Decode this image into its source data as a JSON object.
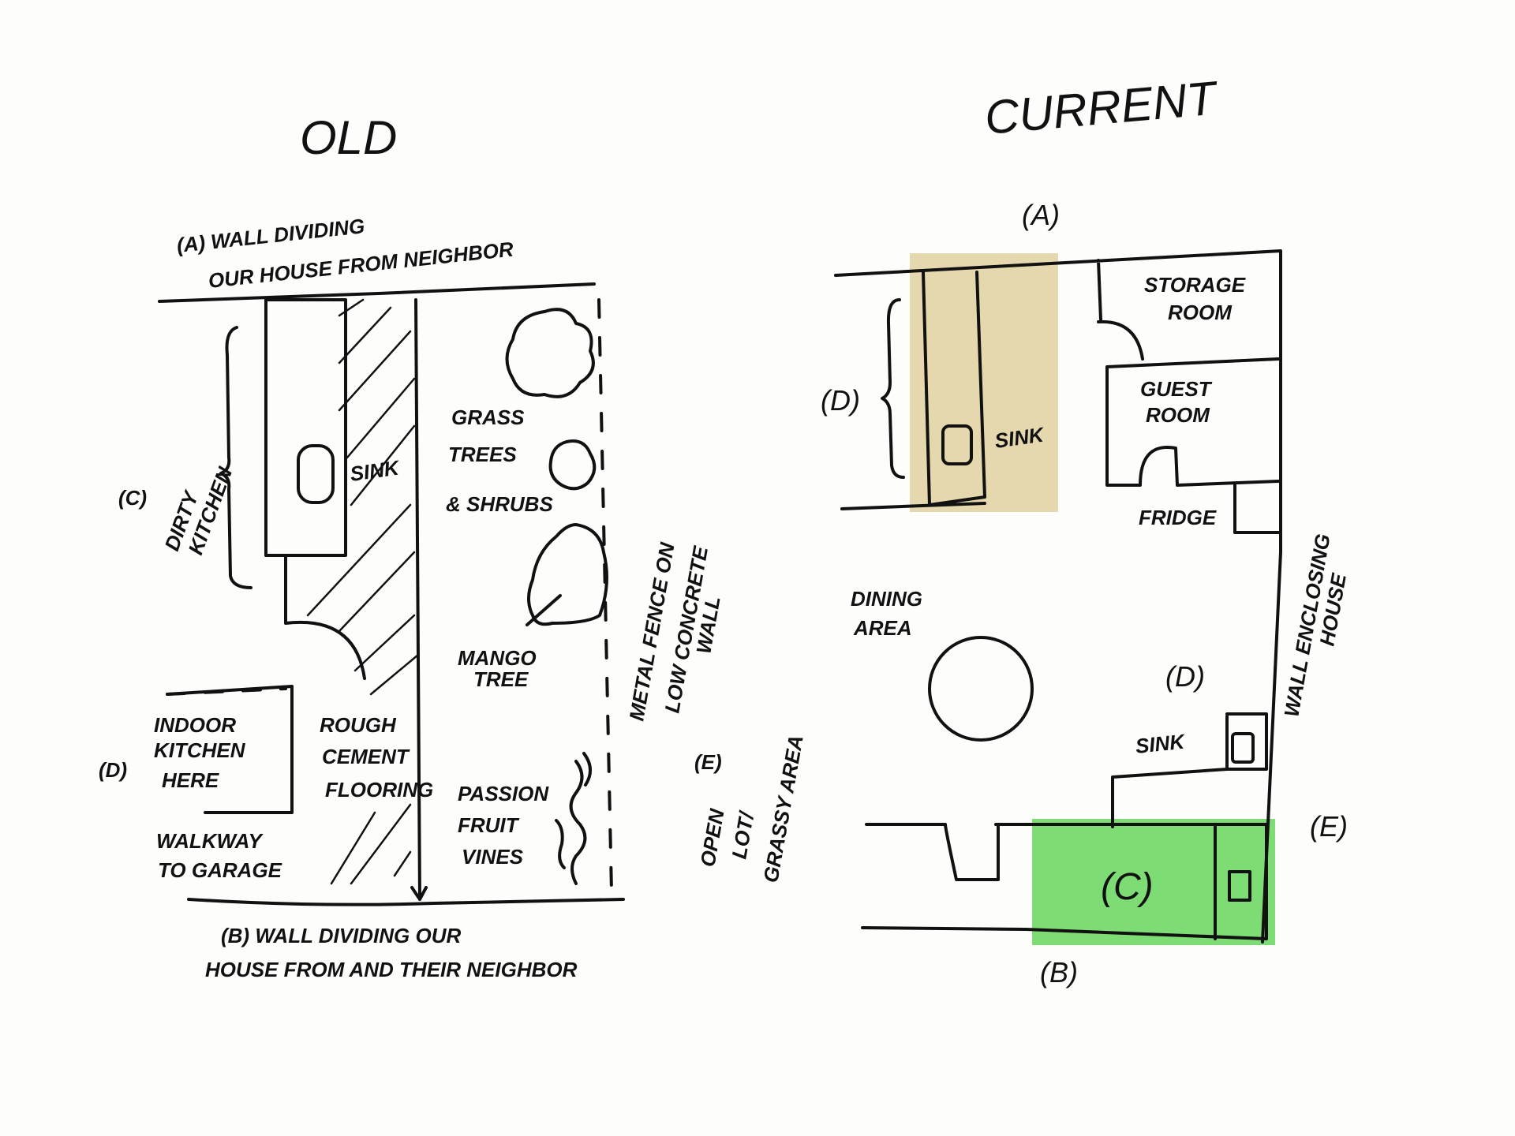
{
  "old": {
    "title": "OLD",
    "wall_a": [
      "(A) WALL DIVIDING",
      "OUR HOUSE FROM NEIGHBOR"
    ],
    "dirty_kitchen_ref": "(C)",
    "dirty_kitchen": [
      "DIRTY",
      "KITCHEN"
    ],
    "sink": "SINK",
    "grass": [
      "GRASS",
      "TREES",
      "& SHRUBS"
    ],
    "mango": [
      "MANGO",
      "TREE"
    ],
    "fence": [
      "METAL FENCE ON",
      "LOW CONCRETE",
      "WALL"
    ],
    "indoor_ref": "(D)",
    "indoor": [
      "INDOOR",
      "KITCHEN",
      "HERE"
    ],
    "walkway": [
      "WALKWAY",
      "TO GARAGE"
    ],
    "cement": [
      "ROUGH",
      "CEMENT",
      "FLOORING"
    ],
    "passion": [
      "PASSION",
      "FRUIT",
      "VINES"
    ],
    "open_ref": "(E)",
    "open_lot": [
      "OPEN",
      "LOT/",
      "GRASSY AREA"
    ],
    "wall_b": [
      "(B) WALL DIVIDING OUR",
      "HOUSE FROM AND THEIR NEIGHBOR"
    ]
  },
  "current": {
    "title": "CURRENT",
    "a_ref": "(A)",
    "c_top_ref": "(D)",
    "sink_top": "SINK",
    "storage": [
      "STORAGE",
      "ROOM"
    ],
    "guest": [
      "GUEST",
      "ROOM"
    ],
    "fridge": "FRIDGE",
    "dining": [
      "DINING",
      "AREA"
    ],
    "d_ref": "(D)",
    "sink_bottom": "SINK",
    "wall_enclosing": [
      "WALL ENCLOSING",
      "HOUSE"
    ],
    "c_ref": "(C)",
    "e_ref": "(E)",
    "b_ref": "(B)"
  },
  "colors": {
    "highlight_tan": "#e6d8ae",
    "highlight_green": "#7ddc74"
  }
}
